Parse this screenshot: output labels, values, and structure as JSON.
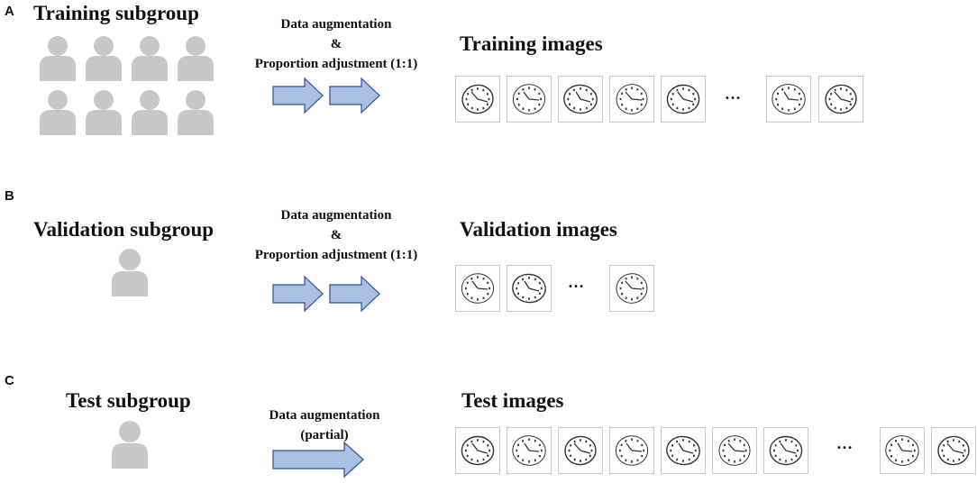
{
  "panels": [
    {
      "id": "A",
      "letter": "A",
      "subgroup_title": "Training subgroup",
      "step_lines": [
        "Data augmentation",
        "&",
        "Proportion adjustment (1:1)"
      ],
      "images_title": "Training images",
      "ellipsis": "…"
    },
    {
      "id": "B",
      "letter": "B",
      "subgroup_title": "Validation subgroup",
      "step_lines": [
        "Data augmentation",
        "&",
        "Proportion adjustment (1:1)"
      ],
      "images_title": "Validation images",
      "ellipsis": "…"
    },
    {
      "id": "C",
      "letter": "C",
      "subgroup_title": "Test subgroup",
      "step_lines": [
        "Data augmentation",
        "(partial)"
      ],
      "images_title": "Test images",
      "ellipsis": "…"
    }
  ],
  "colors": {
    "person": "#c8c8c8",
    "arrow_fill": "#a9bfe3",
    "arrow_stroke": "#2f4f8f",
    "thumb_border": "#c9c9c9",
    "clock_ink": "#333333"
  },
  "icons": [
    "person-icon",
    "arrow-icon",
    "clock-drawing-icon"
  ]
}
